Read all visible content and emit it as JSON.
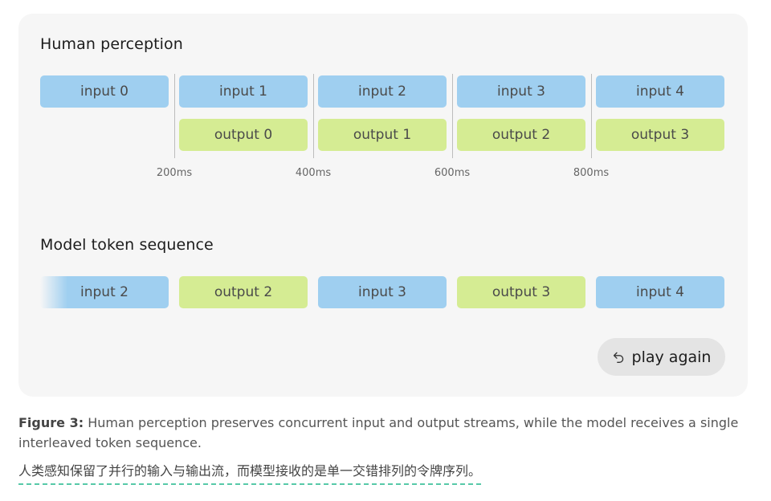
{
  "human_perception": {
    "title": "Human perception",
    "inputs": [
      "input 0",
      "input 1",
      "input 2",
      "input 3",
      "input 4"
    ],
    "outputs": [
      "output 0",
      "output 1",
      "output 2",
      "output 3"
    ],
    "ticks": [
      "200ms",
      "400ms",
      "600ms",
      "800ms"
    ]
  },
  "model_sequence": {
    "title": "Model token sequence",
    "tokens": [
      {
        "label": "input 2",
        "kind": "input"
      },
      {
        "label": "output 2",
        "kind": "output"
      },
      {
        "label": "input 3",
        "kind": "input"
      },
      {
        "label": "output 3",
        "kind": "output"
      },
      {
        "label": "input 4",
        "kind": "input"
      }
    ]
  },
  "play_button": {
    "label": "play again",
    "icon": "undo-arrow-icon"
  },
  "caption": {
    "label": "Figure 3:",
    "text": " Human perception preserves concurrent input and output streams, while the model receives a single interleaved token sequence."
  },
  "translation": "人类感知保留了并行的输入与输出流，而模型接收的是单一交错排列的令牌序列。",
  "colors": {
    "input": "#9fcff0",
    "output": "#d5ec93",
    "panel": "#f6f6f6",
    "underline": "#57c9a8"
  }
}
